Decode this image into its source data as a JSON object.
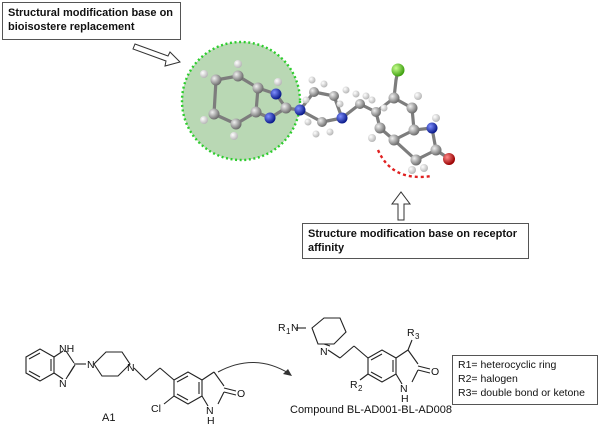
{
  "labels": {
    "bioisostere": "Structural modification base on bioisostere replacement",
    "receptor": "Structure modification base on receptor affinity",
    "a1": "A1",
    "compound": "Compound BL-AD001-BL-AD008"
  },
  "definitions": [
    "R1= heterocyclic ring",
    "R2= halogen",
    "R3= double bond or ketone"
  ],
  "atoms": {
    "nh": "NH",
    "n": "N",
    "cl": "Cl",
    "o": "O",
    "h": "H",
    "r1": "R",
    "r1_sub": "1",
    "r2": "R",
    "r2_sub": "2",
    "r3": "R",
    "r3_sub": "3"
  },
  "colors": {
    "highlight_fill": "#b9d8b4",
    "highlight_border": "#2ecc2e",
    "receptor_arc": "#e02020",
    "carbon": "#8c8c8c",
    "nitrogen": "#1a2fb0",
    "chlorine": "#66dd22",
    "oxygen": "#cc1111",
    "hydrogen": "#f2f2f2"
  }
}
